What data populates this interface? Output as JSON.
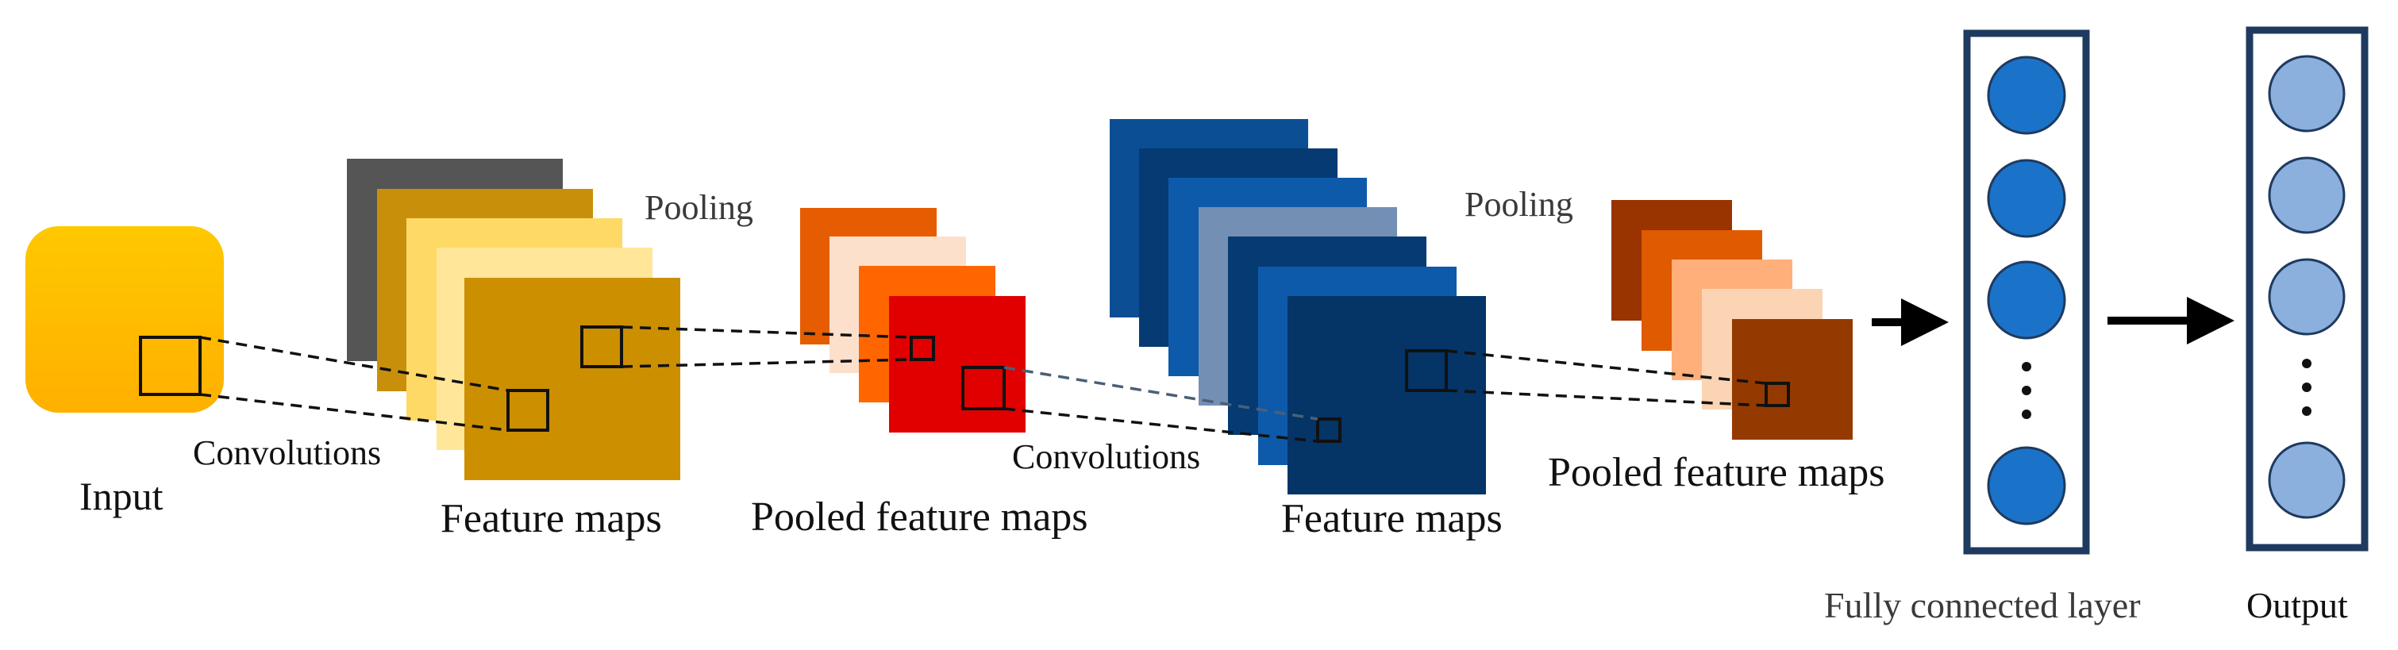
{
  "labels": {
    "input": "Input",
    "convolutions_1": "Convolutions",
    "feature_maps_1": "Feature maps",
    "pooling_1": "Pooling",
    "pooled_feature_maps_1": "Pooled feature maps",
    "convolutions_2": "Convolutions",
    "feature_maps_2": "Feature maps",
    "pooling_2": "Pooling",
    "pooled_feature_maps_2": "Pooled feature maps",
    "fully_connected_layer": "Fully connected layer",
    "output": "Output"
  },
  "colors": {
    "input_top": "#FFC400",
    "input_bottom": "#FFB300",
    "feature_maps_1": [
      "#555555",
      "#C8900A",
      "#FFD966",
      "#FFE699",
      "#CC8F00"
    ],
    "pooled_1": [
      "#E65C00",
      "#FDE0CC",
      "#FF6600",
      "#E00000"
    ],
    "feature_maps_2": [
      "#0B4E94",
      "#053A73",
      "#0D5AAA",
      "#7390B4",
      "#053A73",
      "#0D5AAA",
      "#053466"
    ],
    "pooled_2": [
      "#993300",
      "#E05A00",
      "#FFB07A",
      "#FBD4B4",
      "#943A00"
    ],
    "fc_neuron": "#1A73C9",
    "output_neuron": "#8CB0DD",
    "layer_border": "#1F3A5F"
  },
  "fully_connected_layer": {
    "visible_neurons": 4,
    "ellipsis": "⋮"
  },
  "output_layer": {
    "visible_neurons": 4,
    "ellipsis": "⋮"
  }
}
